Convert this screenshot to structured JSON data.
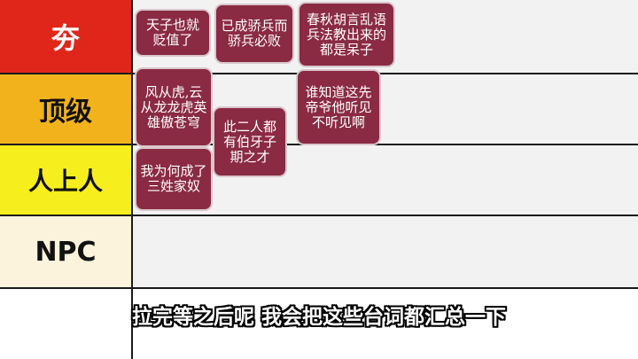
{
  "tiers": [
    {
      "label": "夯",
      "color": "#e0261b",
      "text_color": "#ffffff"
    },
    {
      "label": "顶级",
      "color": "#f2b21c",
      "text_color": "#111111"
    },
    {
      "label": "人上人",
      "color": "#f7ee1d",
      "text_color": "#111111"
    },
    {
      "label": "NPC",
      "color": "#fbf3dc",
      "text_color": "#111111"
    },
    {
      "label": "",
      "color": "#ffffff",
      "text_color": "#111111"
    }
  ],
  "cards": [
    {
      "text": "天子也就贬值了"
    },
    {
      "text": "已成骄兵而骄兵必败"
    },
    {
      "text": "春秋胡言乱语 兵法教出来的都是呆子"
    },
    {
      "text": "风从虎,云从龙龙虎英雄傲苍穹"
    },
    {
      "text": "此二人都有伯牙子期之才"
    },
    {
      "text": "谁知道这先帝爷他听见不听见啊"
    },
    {
      "text": "我为何成了三姓家奴"
    }
  ],
  "subtitle": "拉完等之后呢 我会把这些台词都汇总一下",
  "colors": {
    "card": "#8a2a43",
    "grid_line": "#1a1a1a"
  }
}
